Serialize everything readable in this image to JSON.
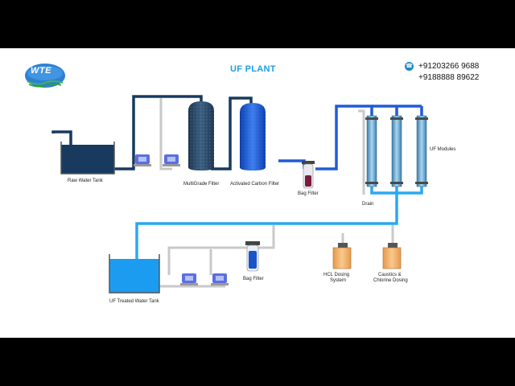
{
  "header": {
    "logo_text": "WTE",
    "title": "UF PLANT",
    "phone_1": "+91203266 9688",
    "phone_2": "+9188888 89622"
  },
  "labels": {
    "raw_water_tank": "Raw Water Tank",
    "multigrade_filter": "MultiGrade Filter",
    "activated_carbon_filter": "Activated Carbon Filter",
    "bag_filter_1": "Bag Filter",
    "uf_modules": "UF Modules",
    "drain": "Drain",
    "bag_filter_2": "Bag Filter",
    "hcl_line_1": "HCL Dosing",
    "hcl_line_2": "System",
    "caustic_line_1": "Caustics &",
    "caustic_line_2": "Chlorine Dosing",
    "uf_treated_tank": "UF Treated Water Tank"
  },
  "colors": {
    "dark_pipe": "#173a5e",
    "blue_pipe": "#1f5bd8",
    "light_pipe": "#2aa8f0",
    "grey_pipe": "#c8c8c8",
    "accent": "#1aa0e8",
    "dosing_tank": "#f5b26b"
  }
}
